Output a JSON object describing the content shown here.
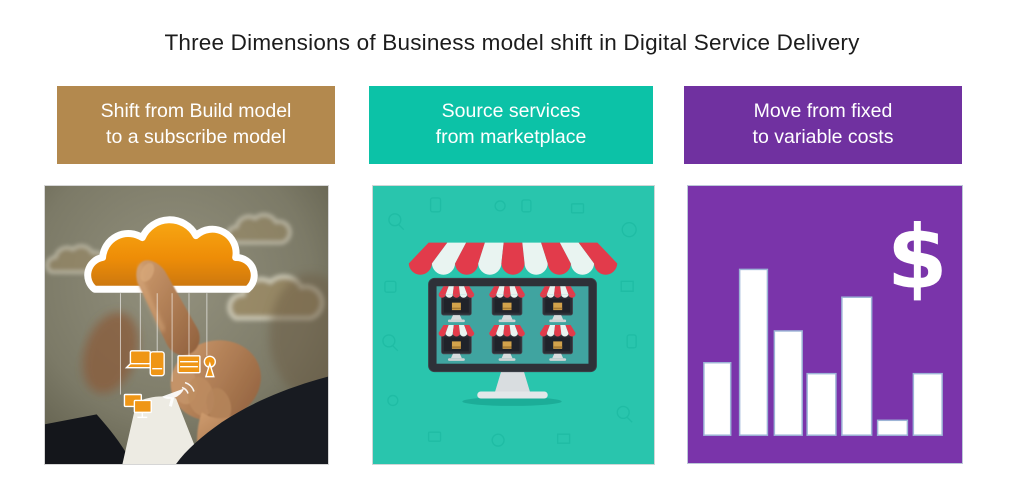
{
  "page": {
    "title": "Three Dimensions of Business model shift in Digital Service Delivery",
    "background": "#ffffff"
  },
  "panels": [
    {
      "name": "shift-to-subscribe",
      "header": {
        "line1": "Shift from Build model",
        "line2": "to a subscribe model",
        "bg": "#b3894e",
        "fg": "#ffffff"
      },
      "image": {
        "name": "cloud-touch-photo",
        "description": "Finger touching an orange cloud with hanging device icons"
      }
    },
    {
      "name": "source-marketplace",
      "header": {
        "line1": "Source services",
        "line2": "from marketplace",
        "bg": "#0cc2a7",
        "fg": "#ffffff"
      },
      "image": {
        "name": "marketplace-illustration",
        "description": "Monitor with red-and-white striped awning holding six mini storefronts"
      }
    },
    {
      "name": "fixed-to-variable",
      "header": {
        "line1": "Move from fixed",
        "line2": "to variable costs",
        "bg": "#7031a0",
        "fg": "#ffffff"
      },
      "image": {
        "name": "cost-bar-chart",
        "description": "White bar chart with dollar sign on purple background"
      },
      "chart": {
        "type": "bar",
        "values": [
          0.44,
          1.0,
          0.63,
          0.37,
          0.83,
          0.09,
          0.37
        ],
        "bar_color": "#ffffff",
        "bar_border": "#9db4d6",
        "background": "#7a34aa",
        "currency_symbol": "$"
      }
    }
  ],
  "chart_data": {
    "type": "bar",
    "values": [
      0.44,
      1.0,
      0.63,
      0.37,
      0.83,
      0.09,
      0.37
    ],
    "ylim": [
      0,
      1
    ],
    "title": "",
    "xlabel": "",
    "ylabel": "",
    "annotations": [
      "$"
    ],
    "legend": "none",
    "grid": "off"
  }
}
